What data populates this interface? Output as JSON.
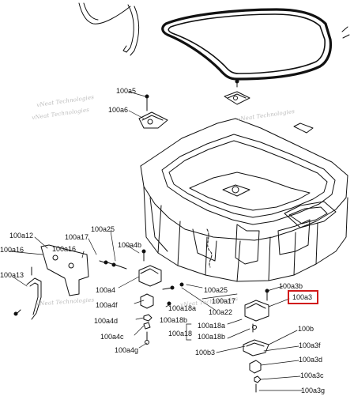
{
  "watermark": [
    "vNeat Technologies",
    "vNeat Technologies",
    "vNeat Technologies",
    "vNeat Technologies",
    "vNeat Technologies"
  ],
  "colors": {
    "line": "#111111",
    "highlight": "#d11a1a",
    "watermark": "#bbbbbb"
  },
  "highlighted_callout": "100a3",
  "callouts": [
    "100a5",
    "100a6",
    "100a12",
    "100a17",
    "100a25",
    "100a16",
    "100a4b",
    "100a16",
    "100a13",
    "100a4",
    "100a4f",
    "100a4d",
    "100a4c",
    "100a4g",
    "100a18a",
    "100a18b",
    "100a25",
    "100a17",
    "100a22",
    "100a3b",
    "100a3",
    "100a18a",
    "100a18",
    "100a18b",
    "100b3",
    "100b",
    "100a3f",
    "100a3d",
    "100a3c",
    "100a3g"
  ]
}
